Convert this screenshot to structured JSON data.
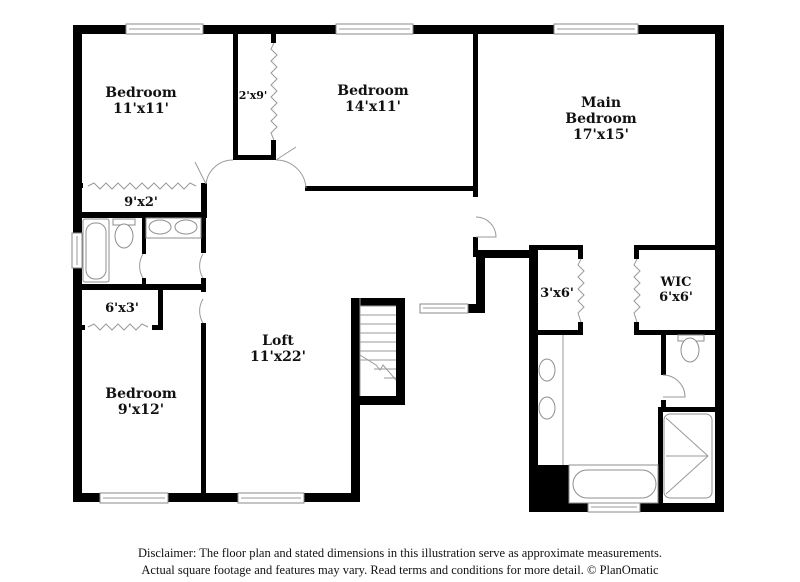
{
  "floor_plan": {
    "rooms": [
      {
        "id": "bedroom-1",
        "name": "Bedroom",
        "dims": "11'x11'"
      },
      {
        "id": "closet-2x9",
        "name": "",
        "dims": "2'x9'"
      },
      {
        "id": "bedroom-2",
        "name": "Bedroom",
        "dims": "14'x11'"
      },
      {
        "id": "main-bedroom",
        "name_line1": "Main",
        "name_line2": "Bedroom",
        "dims": "17'x15'"
      },
      {
        "id": "closet-9x2",
        "name": "",
        "dims": "9'x2'"
      },
      {
        "id": "closet-6x3",
        "name": "",
        "dims": "6'x3'"
      },
      {
        "id": "bedroom-3",
        "name": "Bedroom",
        "dims": "9'x12'"
      },
      {
        "id": "loft",
        "name": "Loft",
        "dims": "11'x22'"
      },
      {
        "id": "closet-3x6",
        "name": "",
        "dims": "3'x6'"
      },
      {
        "id": "wic",
        "name": "WIC",
        "dims": "6'x6'"
      }
    ]
  },
  "disclaimer": {
    "line1": "Disclaimer: The floor plan and stated dimensions in this illustration serve as approximate measurements.",
    "line2": "Actual square footage and features may vary. Read terms and conditions for more detail. © PlanOmatic"
  }
}
